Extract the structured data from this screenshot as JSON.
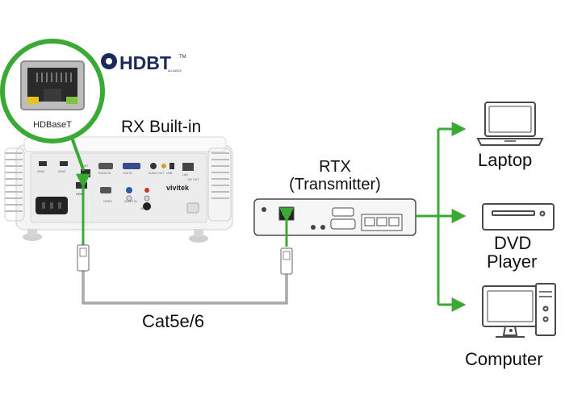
{
  "logo": {
    "text": "HDBT",
    "tm": "TM",
    "sub": "ALLIANCE"
  },
  "callout": {
    "label": "HDBaseT"
  },
  "projector": {
    "title": "RX Built-in",
    "brand": "vivitek",
    "hdmi_text": "HDMI",
    "ports": [
      "HDMI",
      "HDMI",
      "HDBT",
      "RS232 IN",
      "VGA IN",
      "AUDIO OUT",
      "VIDEO",
      "USB",
      "AUDIO IN",
      "MIC IN",
      "LAN",
      "12V OUT"
    ]
  },
  "transmitter": {
    "title_line1": "RTX",
    "title_line2": "(Transmitter)"
  },
  "cable": {
    "label": "Cat5e/6"
  },
  "devices": {
    "laptop": "Laptop",
    "dvd_line1": "DVD",
    "dvd_line2": "Player",
    "computer": "Computer"
  },
  "colors": {
    "accent": "#3aaa35",
    "outline": "#4a4a4a",
    "cable": "#7a7a7a"
  }
}
